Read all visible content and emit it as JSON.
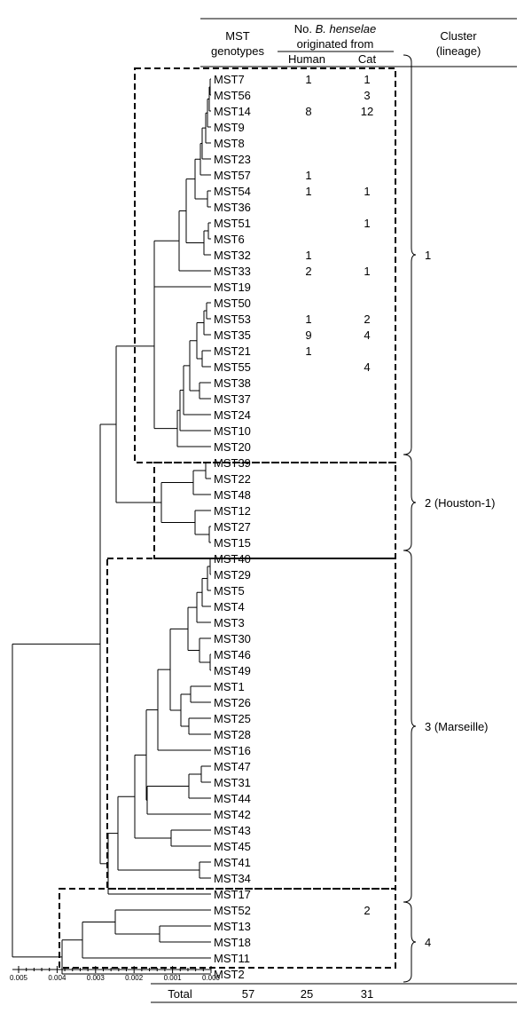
{
  "header": {
    "genotype_line1": "MST",
    "genotype_line2": "genotypes",
    "count_line1_prefix": "No. ",
    "count_line1_italic": "B. henselae",
    "count_line2": "originated from",
    "human_label": "Human",
    "cat_label": "Cat",
    "cluster_line1": "Cluster",
    "cluster_line2": "(lineage)"
  },
  "rows": [
    {
      "id": "MST7",
      "human": "1",
      "cat": "1"
    },
    {
      "id": "MST56",
      "human": "",
      "cat": "3"
    },
    {
      "id": "MST14",
      "human": "8",
      "cat": "12"
    },
    {
      "id": "MST9",
      "human": "",
      "cat": ""
    },
    {
      "id": "MST8",
      "human": "",
      "cat": ""
    },
    {
      "id": "MST23",
      "human": "",
      "cat": ""
    },
    {
      "id": "MST57",
      "human": "1",
      "cat": ""
    },
    {
      "id": "MST54",
      "human": "1",
      "cat": "1"
    },
    {
      "id": "MST36",
      "human": "",
      "cat": ""
    },
    {
      "id": "MST51",
      "human": "",
      "cat": "1"
    },
    {
      "id": "MST6",
      "human": "",
      "cat": ""
    },
    {
      "id": "MST32",
      "human": "1",
      "cat": ""
    },
    {
      "id": "MST33",
      "human": "2",
      "cat": "1"
    },
    {
      "id": "MST19",
      "human": "",
      "cat": ""
    },
    {
      "id": "MST50",
      "human": "",
      "cat": ""
    },
    {
      "id": "MST53",
      "human": "1",
      "cat": "2"
    },
    {
      "id": "MST35",
      "human": "9",
      "cat": "4"
    },
    {
      "id": "MST21",
      "human": "1",
      "cat": ""
    },
    {
      "id": "MST55",
      "human": "",
      "cat": "4"
    },
    {
      "id": "MST38",
      "human": "",
      "cat": ""
    },
    {
      "id": "MST37",
      "human": "",
      "cat": ""
    },
    {
      "id": "MST24",
      "human": "",
      "cat": ""
    },
    {
      "id": "MST10",
      "human": "",
      "cat": ""
    },
    {
      "id": "MST20",
      "human": "",
      "cat": ""
    },
    {
      "id": "MST39",
      "human": "",
      "cat": ""
    },
    {
      "id": "MST22",
      "human": "",
      "cat": ""
    },
    {
      "id": "MST48",
      "human": "",
      "cat": ""
    },
    {
      "id": "MST12",
      "human": "",
      "cat": ""
    },
    {
      "id": "MST27",
      "human": "",
      "cat": ""
    },
    {
      "id": "MST15",
      "human": "",
      "cat": ""
    },
    {
      "id": "MST40",
      "human": "",
      "cat": ""
    },
    {
      "id": "MST29",
      "human": "",
      "cat": ""
    },
    {
      "id": "MST5",
      "human": "",
      "cat": ""
    },
    {
      "id": "MST4",
      "human": "",
      "cat": ""
    },
    {
      "id": "MST3",
      "human": "",
      "cat": ""
    },
    {
      "id": "MST30",
      "human": "",
      "cat": ""
    },
    {
      "id": "MST46",
      "human": "",
      "cat": ""
    },
    {
      "id": "MST49",
      "human": "",
      "cat": ""
    },
    {
      "id": "MST1",
      "human": "",
      "cat": ""
    },
    {
      "id": "MST26",
      "human": "",
      "cat": ""
    },
    {
      "id": "MST25",
      "human": "",
      "cat": ""
    },
    {
      "id": "MST28",
      "human": "",
      "cat": ""
    },
    {
      "id": "MST16",
      "human": "",
      "cat": ""
    },
    {
      "id": "MST47",
      "human": "",
      "cat": ""
    },
    {
      "id": "MST31",
      "human": "",
      "cat": ""
    },
    {
      "id": "MST44",
      "human": "",
      "cat": ""
    },
    {
      "id": "MST42",
      "human": "",
      "cat": ""
    },
    {
      "id": "MST43",
      "human": "",
      "cat": ""
    },
    {
      "id": "MST45",
      "human": "",
      "cat": ""
    },
    {
      "id": "MST41",
      "human": "",
      "cat": ""
    },
    {
      "id": "MST34",
      "human": "",
      "cat": ""
    },
    {
      "id": "MST17",
      "human": "",
      "cat": ""
    },
    {
      "id": "MST52",
      "human": "",
      "cat": "2"
    },
    {
      "id": "MST13",
      "human": "",
      "cat": ""
    },
    {
      "id": "MST18",
      "human": "",
      "cat": ""
    },
    {
      "id": "MST11",
      "human": "",
      "cat": ""
    },
    {
      "id": "MST2",
      "human": "",
      "cat": ""
    }
  ],
  "clusters": [
    {
      "label": "1",
      "first": "MST7",
      "last": "MST20"
    },
    {
      "label": "2 (Houston-1)",
      "first": "MST39",
      "last": "MST15"
    },
    {
      "label": "3 (Marseille)",
      "first": "MST40",
      "last": "MST17"
    },
    {
      "label": "4",
      "first": "MST52",
      "last": "MST2"
    }
  ],
  "total": {
    "label": "Total",
    "genotypes": "57",
    "human": "25",
    "cat": "31"
  },
  "scale": {
    "ticks": [
      "0.005",
      "0.004",
      "0.003",
      "0.002",
      "0.001",
      "0.000"
    ]
  }
}
